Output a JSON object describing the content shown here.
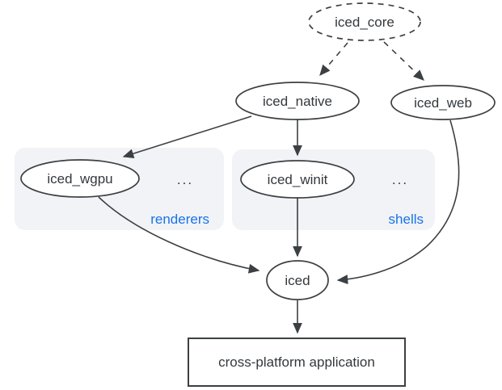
{
  "diagram": {
    "nodes": {
      "iced_core": {
        "label": "iced_core",
        "shape": "ellipse",
        "style": "dashed"
      },
      "iced_native": {
        "label": "iced_native",
        "shape": "ellipse",
        "style": "solid"
      },
      "iced_web": {
        "label": "iced_web",
        "shape": "ellipse",
        "style": "solid"
      },
      "iced_wgpu": {
        "label": "iced_wgpu",
        "shape": "ellipse",
        "style": "solid"
      },
      "iced_winit": {
        "label": "iced_winit",
        "shape": "ellipse",
        "style": "solid"
      },
      "iced": {
        "label": "iced",
        "shape": "ellipse",
        "style": "solid"
      },
      "app": {
        "label": "cross-platform application",
        "shape": "rectangle",
        "style": "solid"
      }
    },
    "groups": {
      "renderers": {
        "label": "renderers",
        "ellipsis": "..."
      },
      "shells": {
        "label": "shells",
        "ellipsis": "..."
      }
    },
    "edges": [
      {
        "from": "iced_core",
        "to": "iced_native",
        "style": "dashed"
      },
      {
        "from": "iced_core",
        "to": "iced_web",
        "style": "dashed"
      },
      {
        "from": "iced_native",
        "to": "iced_wgpu",
        "style": "solid"
      },
      {
        "from": "iced_native",
        "to": "iced_winit",
        "style": "solid"
      },
      {
        "from": "iced_winit",
        "to": "iced",
        "style": "solid"
      },
      {
        "from": "iced_wgpu",
        "to": "iced",
        "style": "solid"
      },
      {
        "from": "iced_web",
        "to": "iced",
        "style": "solid"
      },
      {
        "from": "iced",
        "to": "app",
        "style": "solid"
      }
    ],
    "colors": {
      "background": "#ffffff",
      "node_fill": "#ffffff",
      "stroke": "#3c4043",
      "text": "#34383c",
      "group_fill": "#f1f3f6",
      "accent_blue": "#1a73e8"
    }
  }
}
